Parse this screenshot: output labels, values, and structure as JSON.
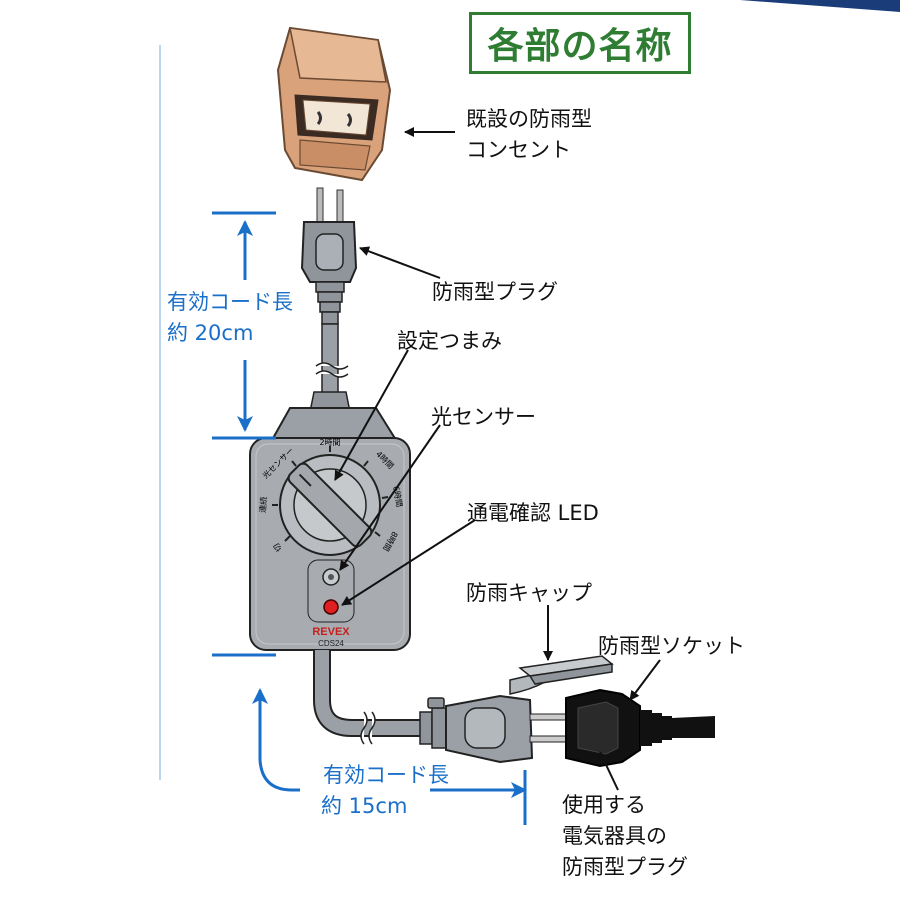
{
  "title": "各部の名称",
  "labels": {
    "outlet_line1": "既設の防雨型",
    "outlet_line2": "コンセント",
    "plug": "防雨型プラグ",
    "cord_top_line1": "有効コード長",
    "cord_top_line2": "約 20cm",
    "knob": "設定つまみ",
    "sensor": "光センサー",
    "led": "通電確認 LED",
    "cap": "防雨キャップ",
    "socket": "防雨型ソケット",
    "cord_bottom_line1": "有効コード長",
    "cord_bottom_line2": "約 15cm",
    "device_plug_line1": "使用する",
    "device_plug_line2": "電気器具の",
    "device_plug_line3": "防雨型プラグ"
  },
  "device": {
    "brand": "REVEX",
    "model": "CDS24",
    "dial_top": "2時間",
    "dial_top_right": "4時間",
    "dial_right": "6時間",
    "dial_bottom_right": "8時間",
    "dial_top_left": "光センサー",
    "dial_left": "連続",
    "dial_bottom_left": "切"
  },
  "colors": {
    "title_green": "#2e7d32",
    "dimension_blue": "#1a6fc9",
    "outlet": "#d9a27a",
    "device_body": "#a8abb0",
    "led_red": "#e02020"
  }
}
